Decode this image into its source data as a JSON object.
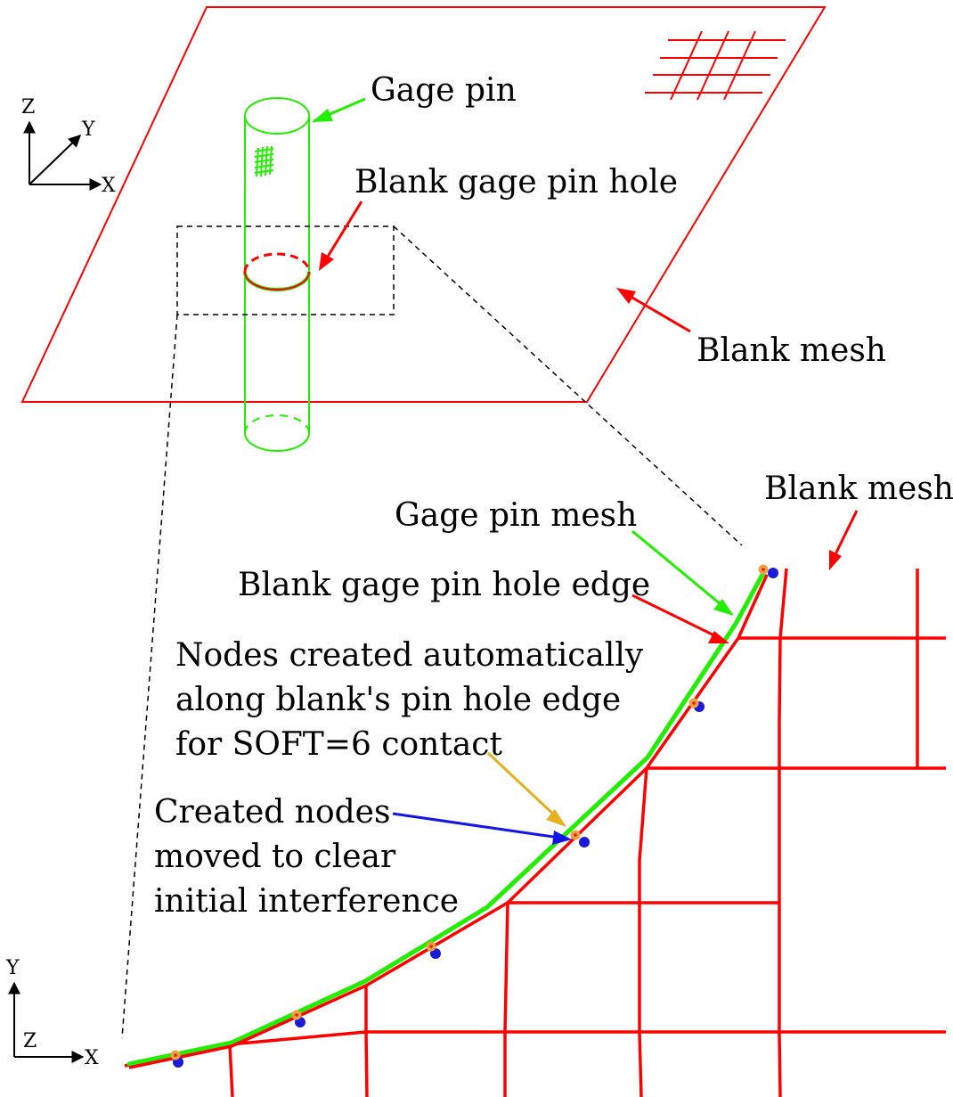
{
  "colors": {
    "blank": "#ff0000",
    "gage_pin": "#22ee00",
    "created_node_arrow": "#1515e6",
    "soft6_arrow": "#e6b020",
    "black": "#000000",
    "moved_node": "#1a1ad8",
    "created_node_fill": "#f0a040"
  },
  "axes_top": {
    "z": "Z",
    "y": "Y",
    "x": "X"
  },
  "axes_bottom": {
    "y": "Y",
    "z": "Z",
    "x": "X"
  },
  "labels": {
    "gage_pin": "Gage pin",
    "blank_gage_pin_hole": "Blank gage pin hole",
    "blank_mesh_top": "Blank mesh",
    "blank_mesh_detail": "Blank mesh",
    "gage_pin_mesh": "Gage pin mesh",
    "blank_gage_pin_hole_edge": "Blank gage pin hole edge",
    "nodes_created": [
      "Nodes created automatically",
      "along blank's pin hole edge",
      "for SOFT=6 contact"
    ],
    "nodes_moved": [
      "Created nodes",
      "moved to clear",
      "initial interference"
    ]
  },
  "icons": [
    "axis-triad-icon",
    "arrow-icon",
    "node-marker-icon"
  ]
}
